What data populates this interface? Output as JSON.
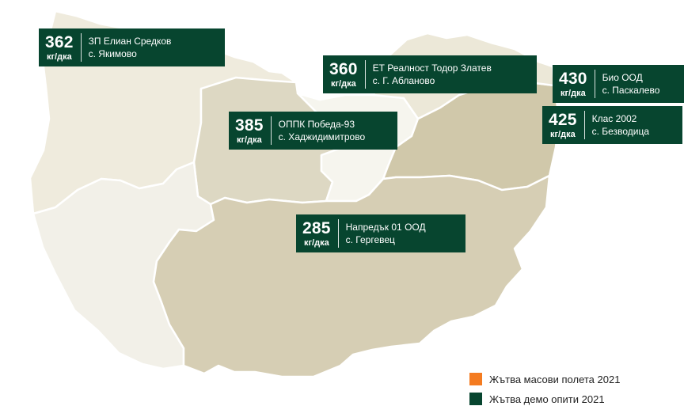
{
  "colors": {
    "label_bg": "#07452F",
    "region_light": "#F1EFE6",
    "region_pale": "#ECE8D7",
    "region_medium": "#D9D3BB",
    "region_dark": "#CFC6A8",
    "region_main": "#D4CCB2",
    "mass_fields": "#F47B20",
    "demo_trials": "#07452F"
  },
  "labels": [
    {
      "id": "yakimovo",
      "yield": "362",
      "unit": "кг/дка",
      "company": "ЗП Елиан Средков",
      "place": "с. Якимово"
    },
    {
      "id": "ablanovo",
      "yield": "360",
      "unit": "кг/дка",
      "company": "ЕТ Реалност Тодор Златев",
      "place": "с. Г. Абланово"
    },
    {
      "id": "paskalevo",
      "yield": "430",
      "unit": "кг/дка",
      "company": "Био ООД",
      "place": "с. Паскалево"
    },
    {
      "id": "hadzhidimitrovo",
      "yield": "385",
      "unit": "кг/дка",
      "company": "ОППК Победа-93",
      "place": "с. Хаджидимитрово"
    },
    {
      "id": "bezvoditsa",
      "yield": "425",
      "unit": "кг/дка",
      "company": "Клас 2002",
      "place": "с. Безводица"
    },
    {
      "id": "gergevets",
      "yield": "285",
      "unit": "кг/дка",
      "company": "Напредък 01 ООД",
      "place": "с. Гергевец"
    }
  ],
  "legend": [
    {
      "label": "Жътва масови полета 2021",
      "color": "#F47B20"
    },
    {
      "label": "Жътва демо опити 2021",
      "color": "#07452F"
    }
  ]
}
